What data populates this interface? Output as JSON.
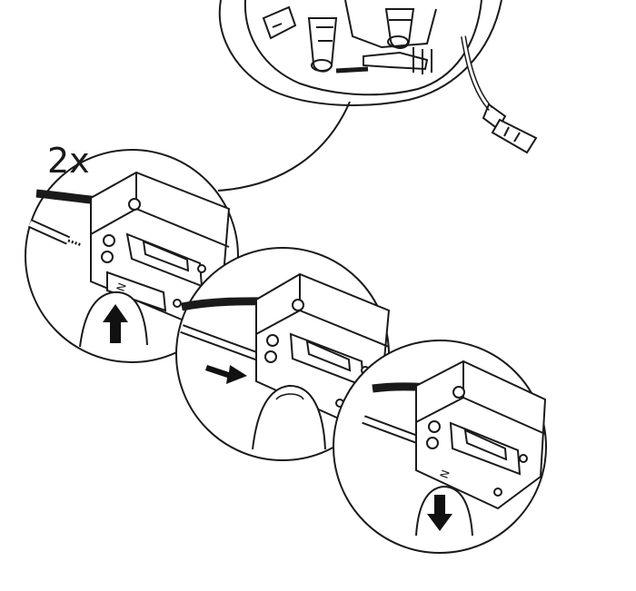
{
  "step": {
    "quantity_label": "2x"
  },
  "terminal": {
    "marking": "N"
  },
  "colors": {
    "ink": "#1a1a1a",
    "paper": "#ffffff",
    "arrow": "#111111"
  },
  "panels": [
    {
      "name": "push-lever",
      "arrow_direction": "up"
    },
    {
      "name": "insert-wire",
      "arrow_direction": "right"
    },
    {
      "name": "release-lever",
      "arrow_direction": "down"
    }
  ]
}
